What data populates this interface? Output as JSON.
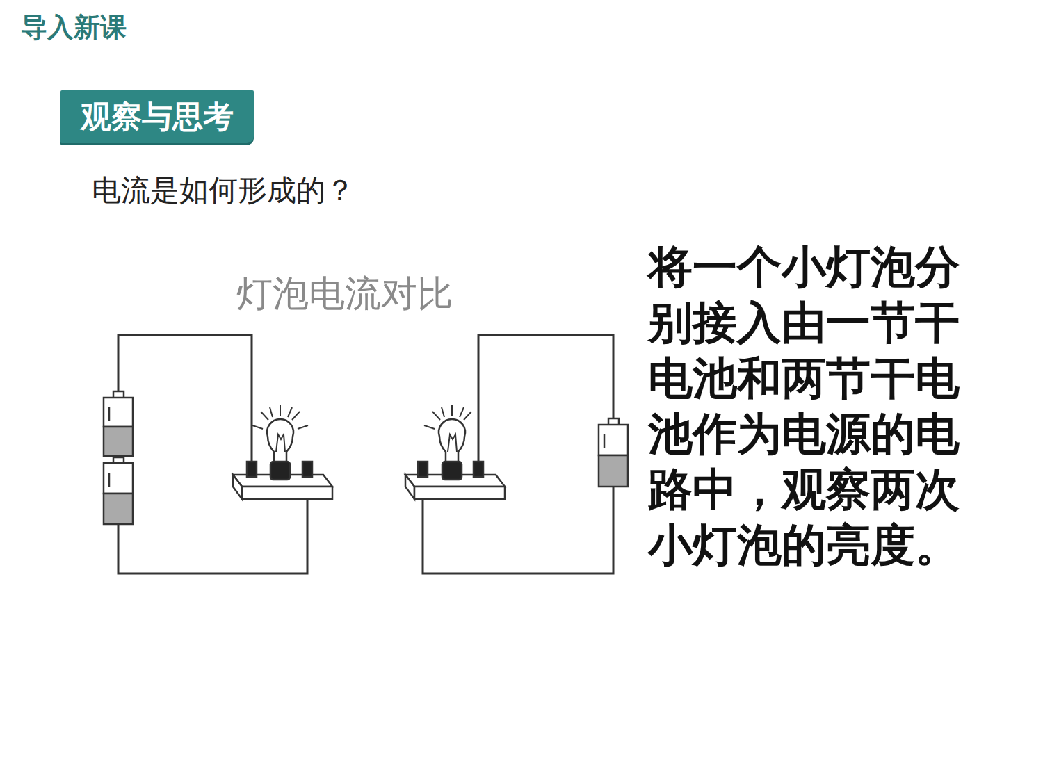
{
  "diagram": {
    "title": "导入新课",
    "nodes": [
      {
        "text": [
          "观察与思考"
        ]
      }
    ],
    "labels": [
      "电流是如何形成的？",
      "灯泡电流对比",
      "将一个小灯泡分别接入由一节干电池和两节干电池作为电源的电路中，观察两次小灯泡的亮度。"
    ]
  }
}
